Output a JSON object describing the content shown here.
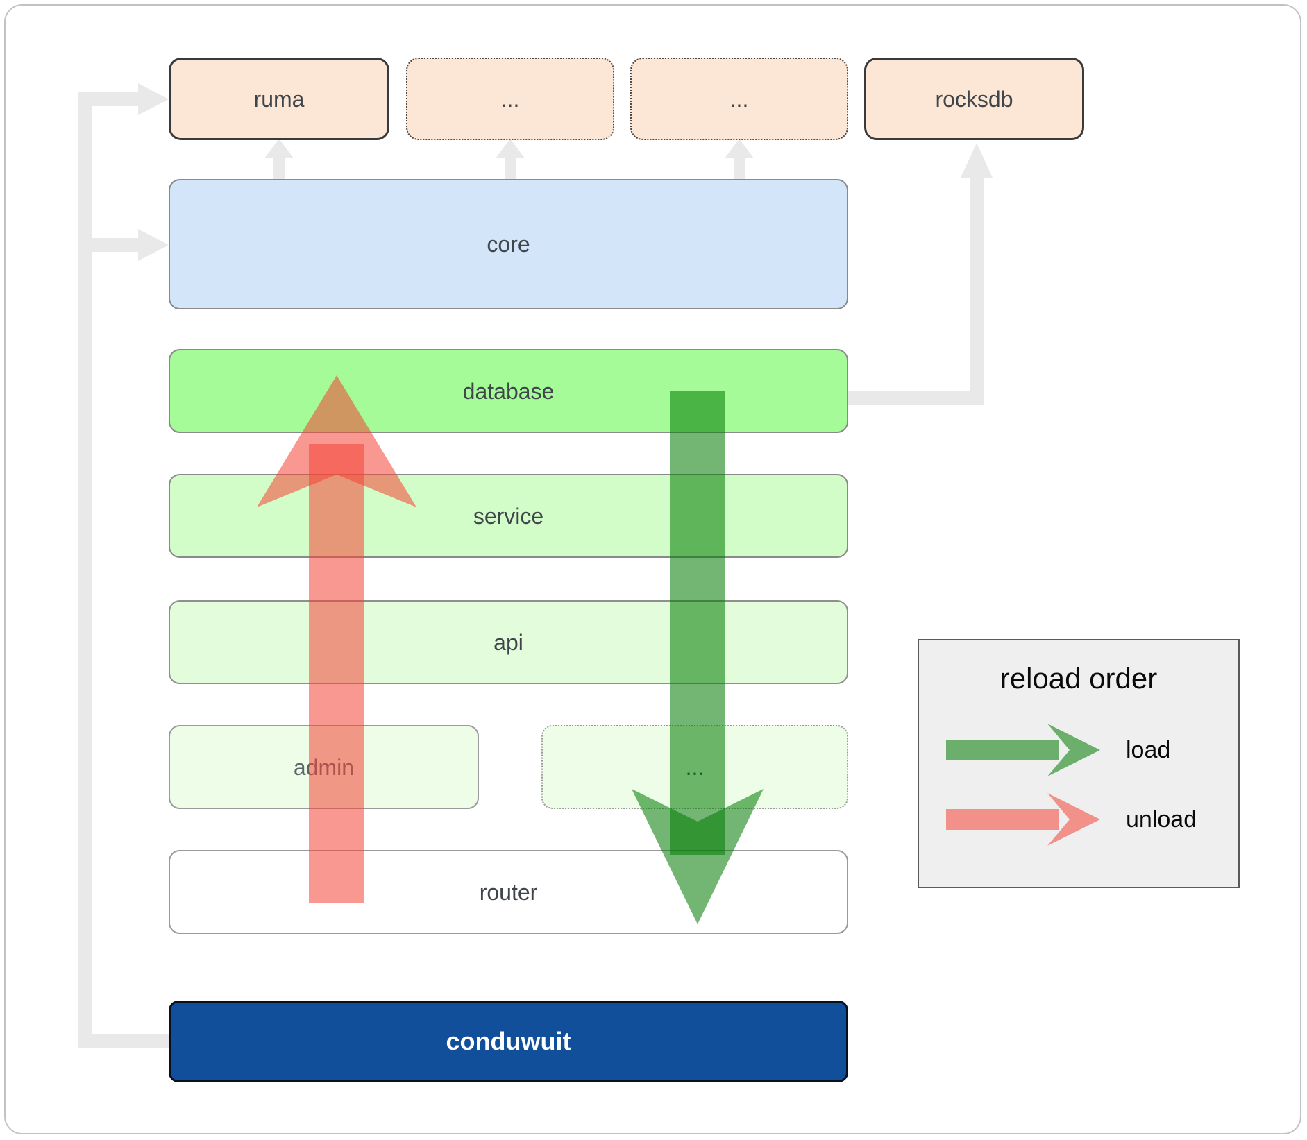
{
  "nodes": {
    "ruma": "ruma",
    "ellipsis_top_1": "...",
    "ellipsis_top_2": "...",
    "rocksdb": "rocksdb",
    "core": "core",
    "database": "database",
    "service": "service",
    "api": "api",
    "admin": "admin",
    "ellipsis_admin_row": "...",
    "router": "router",
    "conduwuit": "conduwuit"
  },
  "legend": {
    "title": "reload order",
    "items": [
      {
        "label": "load",
        "color": "#007a00",
        "direction": "down"
      },
      {
        "label": "unload",
        "color": "#f44336",
        "direction": "up"
      }
    ]
  },
  "arrows": {
    "load_arrow": {
      "meaning": "load",
      "color": "#007a00",
      "direction": "down",
      "from": "database",
      "to": "router"
    },
    "unload_arrow": {
      "meaning": "unload",
      "color": "#f44336",
      "direction": "up",
      "from": "router",
      "to": "database"
    },
    "connectors": {
      "color": "#e9e9e9",
      "edges": [
        "conduwuit-to-ruma",
        "conduwuit-to-core",
        "core-to-ruma",
        "core-to-ellipsis-1",
        "core-to-ellipsis-2",
        "database-to-rocksdb"
      ]
    }
  },
  "colors": {
    "peach_box": "#fce6d5",
    "core_blue": "#d3e5f8",
    "database_green": "#a4fb97",
    "service_green": "#d2fcc8",
    "api_green": "#e3fcdb",
    "admin_green": "#edfde7",
    "conduwuit_blue": "#114f9b",
    "load_arrow": "#007a00",
    "unload_arrow": "#f44336",
    "connector_gray": "#e9e9e9",
    "legend_bg": "#efefef"
  }
}
